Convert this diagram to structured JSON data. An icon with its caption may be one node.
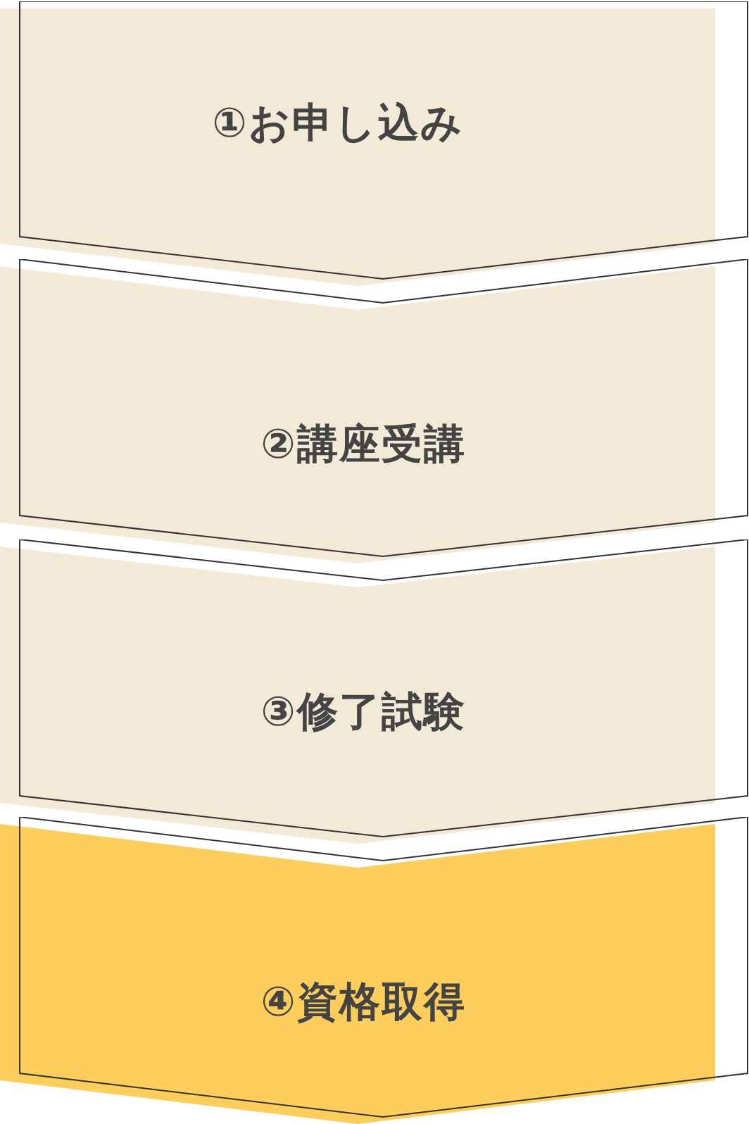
{
  "diagram": {
    "nodes": [
      {
        "text": [
          "①お申し込み"
        ]
      },
      {
        "text": [
          "②講座受講"
        ]
      },
      {
        "text": [
          "③修了試験"
        ]
      },
      {
        "text": [
          "④資格取得"
        ]
      }
    ]
  }
}
